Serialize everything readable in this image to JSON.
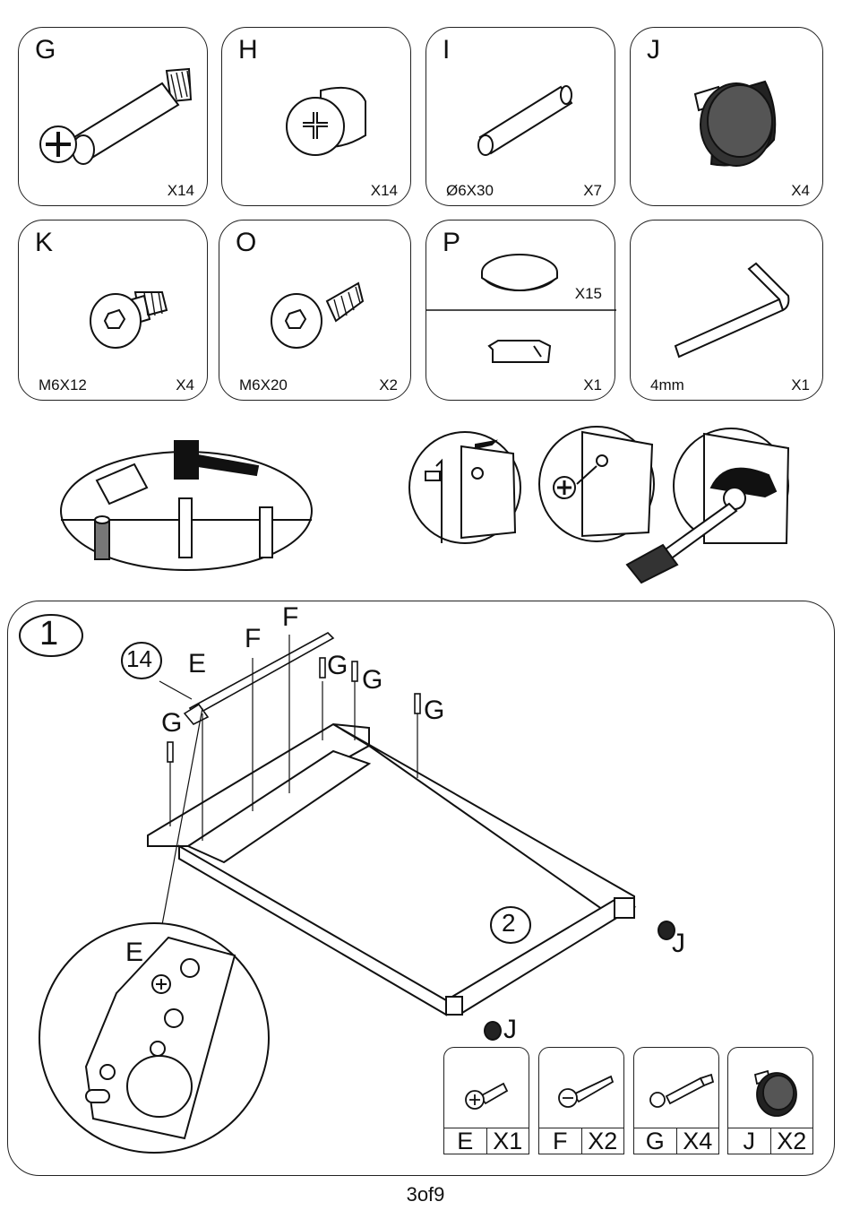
{
  "parts": [
    {
      "letter": "G",
      "qty": "X14",
      "size": ""
    },
    {
      "letter": "H",
      "qty": "X14",
      "size": ""
    },
    {
      "letter": "I",
      "qty": "X7",
      "size": "Ø6X30"
    },
    {
      "letter": "J",
      "qty": "X4",
      "size": ""
    },
    {
      "letter": "K",
      "qty": "X4",
      "size": "M6X12"
    },
    {
      "letter": "O",
      "qty": "X2",
      "size": "M6X20"
    },
    {
      "letter": "P",
      "qty": "X15",
      "size": ""
    },
    {
      "letter": "",
      "qty": "X1",
      "size": ""
    },
    {
      "letter": "",
      "qty": "X1",
      "size": "4mm"
    }
  ],
  "step": {
    "number": "1",
    "callout_part": "14",
    "callout_panel": "2",
    "labels": {
      "e": "E",
      "f": "F",
      "g": "G",
      "j": "J"
    }
  },
  "legend": [
    {
      "part": "E",
      "qty": "X1"
    },
    {
      "part": "F",
      "qty": "X2"
    },
    {
      "part": "G",
      "qty": "X4"
    },
    {
      "part": "J",
      "qty": "X2"
    }
  ],
  "page": "3of9"
}
